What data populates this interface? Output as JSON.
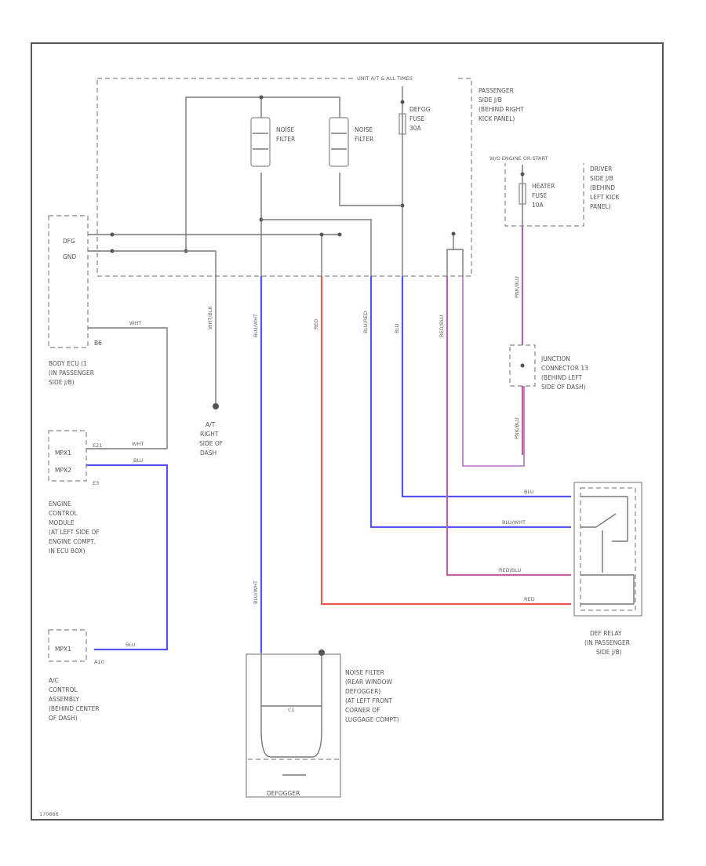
{
  "junction_boxes": {
    "passenger_jb_header": "UNIT A/T & ALL TIMES",
    "passenger_jb_label": [
      "PASSENGER",
      "SIDE J/B",
      "(BEHIND RIGHT",
      "KICK PANEL)"
    ],
    "driver_jb_header": "W/O ENGINE OR START",
    "driver_jb_label": [
      "DRIVER",
      "SIDE J/B",
      "(BEHIND",
      "LEFT KICK",
      "PANEL)"
    ]
  },
  "fuses": {
    "defog_fuse": [
      "DEFOG",
      "FUSE",
      "30A"
    ],
    "heater_fuse": [
      "HEATER",
      "FUSE",
      "10A"
    ]
  },
  "noise_filters": {
    "filter_1": [
      "NOISE",
      "FILTER"
    ],
    "filter_2": [
      "NOISE",
      "FILTER"
    ]
  },
  "body_ecu": {
    "pins": [
      "DFG",
      "GND"
    ],
    "pin_b6": "B6",
    "label": [
      "BODY ECU (1",
      "(IN PASSENGER",
      "SIDE J/B)"
    ]
  },
  "ground": {
    "label": [
      "A/T",
      "RIGHT",
      "SIDE OF",
      "DASH"
    ]
  },
  "ecm": {
    "pins": [
      "MPX1",
      "MPX2"
    ],
    "pin_labels": [
      "E21",
      "E3"
    ],
    "label": [
      "ENGINE",
      "CONTROL",
      "MODULE",
      "(AT LEFT SIDE OF",
      "ENGINE COMPT,",
      "IN ECU BOX)"
    ]
  },
  "ac_control": {
    "pin": "MPX1",
    "pin_label": "A10",
    "label": [
      "A/C",
      "CONTROL",
      "ASSEMBLY",
      "(BEHIND CENTER",
      "OF DASH)"
    ]
  },
  "wire_colors": {
    "top_wht": "WHT",
    "ecm_wht": "WHT",
    "ecm_blu": "BLU",
    "ac_blu": "BLU",
    "relay_blu": "BLU",
    "relay_bluwht": "BLU/WHT",
    "relay_redblu": "RED/BLU",
    "relay_red": "RED",
    "vert_wht_blk": "WHT/BLK",
    "vert_blu": "BLU/WHT",
    "vert_red": "RED",
    "vert_blu2": "BLU/RED",
    "vert_blu3": "BLU",
    "vert_redblu": "RED/BLU",
    "vert_pink": "PNK/BLU",
    "vert_pink2": "PNK/BLU",
    "vert_blu_low": "BLU/WHT"
  },
  "junction_connector": {
    "label": [
      "JUNCTION",
      "CONNECTOR 13",
      "(BEHIND LEFT",
      "SIDE OF DASH)"
    ]
  },
  "defog_relay": {
    "label": [
      "DEF RELAY",
      "(IN PASSENGER",
      "SIDE J/B)"
    ]
  },
  "noise_filter_rear": {
    "label": [
      "NOISE FILTER",
      "(REAR WINDOW",
      "DEFOGGER)",
      "(AT LEFT FRONT",
      "CORNER OF",
      "LUGGAGE COMPT)"
    ],
    "cap": "C1"
  },
  "defogger": {
    "label": "DEFOGGER"
  },
  "figure_id": "170666"
}
